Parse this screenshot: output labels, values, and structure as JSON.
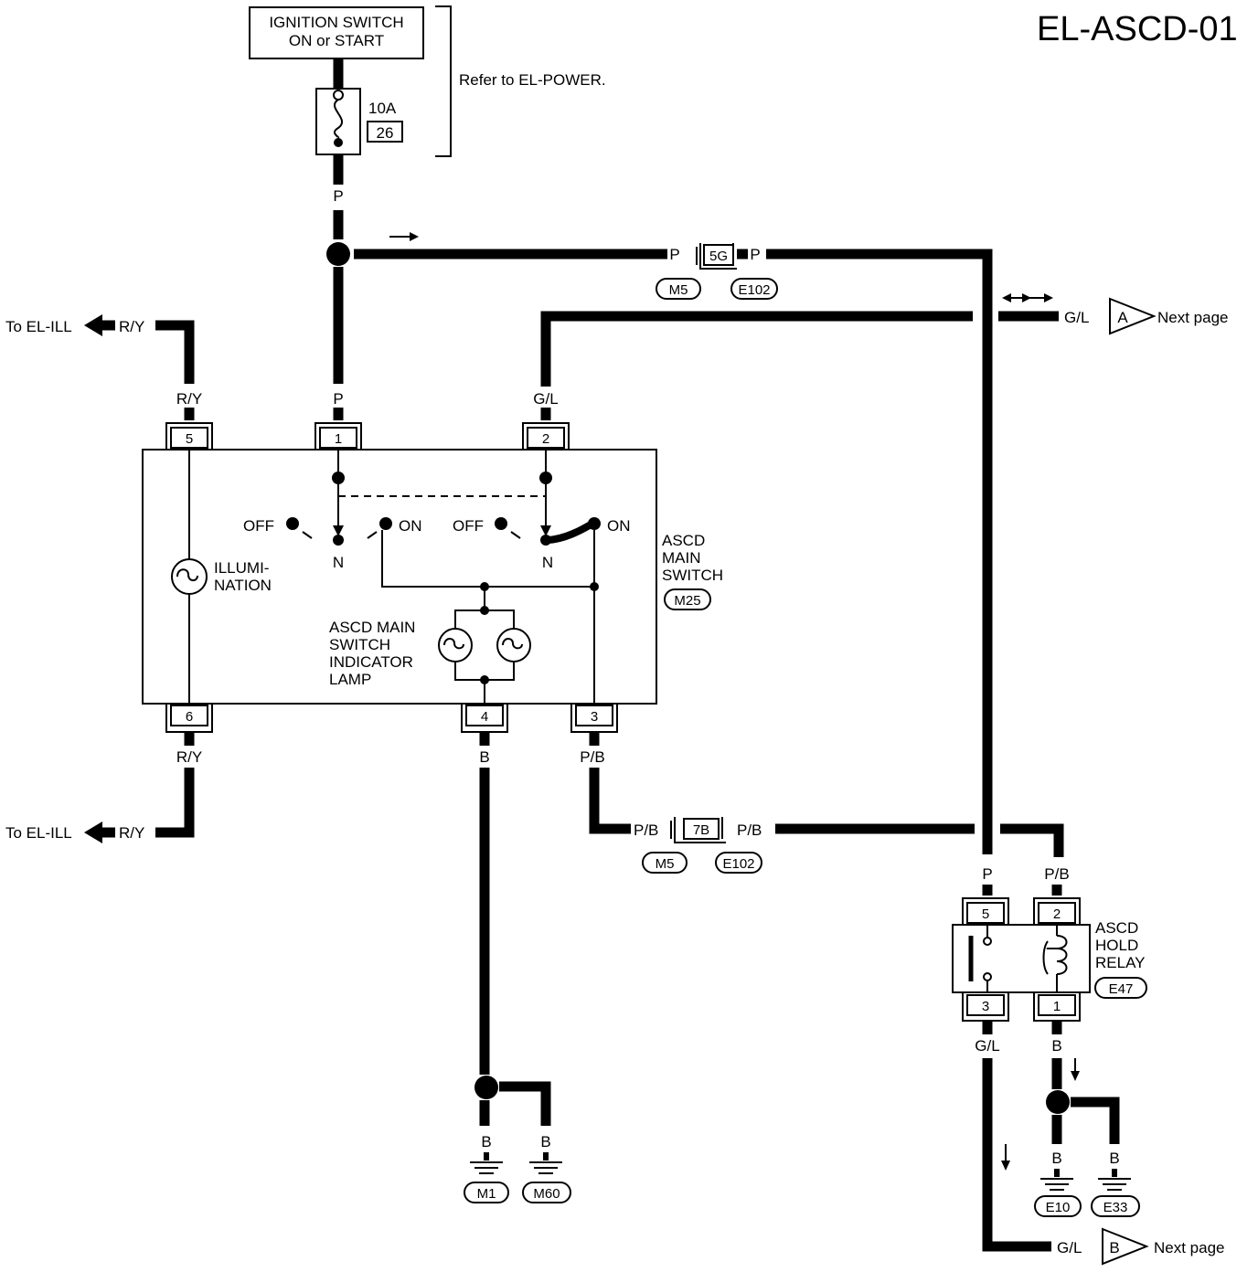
{
  "diagram_code": "EL-ASCD-01",
  "power": {
    "ignition_line1": "IGNITION SWITCH",
    "ignition_line2": "ON or START",
    "refer_note": "Refer to EL-POWER.",
    "fuse_rating": "10A",
    "fuse_number": "26"
  },
  "wire_colors": {
    "p": "P",
    "gl": "G/L",
    "ry": "R/Y",
    "b": "B",
    "pb": "P/B"
  },
  "connectors": {
    "c5g": "5G",
    "c7b": "7B",
    "m5": "M5",
    "e102": "E102",
    "m25": "M25",
    "e47": "E47",
    "m1": "M1",
    "m60": "M60",
    "e10": "E10",
    "e33": "E33"
  },
  "offpage": {
    "to_el_ill": "To EL-ILL",
    "next_page": "Next page",
    "marker_a": "A",
    "marker_b": "B"
  },
  "main_switch": {
    "name_line1": "ASCD",
    "name_line2": "MAIN",
    "name_line3": "SWITCH",
    "pins": [
      "5",
      "1",
      "2",
      "6",
      "4",
      "3"
    ],
    "off": "OFF",
    "on": "ON",
    "neutral": "N",
    "illum_line1": "ILLUMI-",
    "illum_line2": "NATION",
    "lamp_line1": "ASCD MAIN",
    "lamp_line2": "SWITCH",
    "lamp_line3": "INDICATOR",
    "lamp_line4": "LAMP"
  },
  "hold_relay": {
    "name_line1": "ASCD",
    "name_line2": "HOLD",
    "name_line3": "RELAY",
    "pins": [
      "5",
      "2",
      "3",
      "1"
    ]
  }
}
